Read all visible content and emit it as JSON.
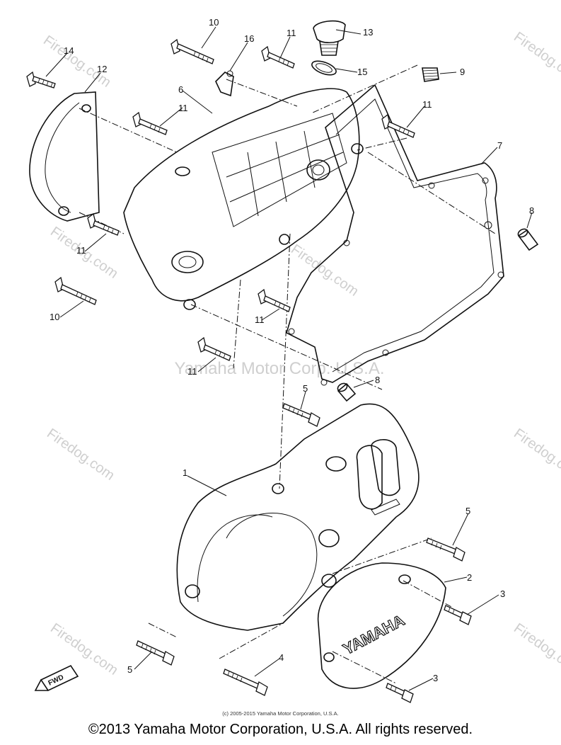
{
  "diagram": {
    "callouts": [
      "1",
      "2",
      "3",
      "3",
      "4",
      "5",
      "5",
      "5",
      "6",
      "7",
      "8",
      "8",
      "9",
      "10",
      "10",
      "11",
      "11",
      "11",
      "11",
      "11",
      "11",
      "12",
      "13",
      "14",
      "15",
      "16"
    ],
    "watermark_center": "Yamaha Motor Corp. U.S.A.",
    "watermark_site": "Firedog.com",
    "fwd_label": "FWD",
    "cover_brand": "YAMAHA"
  },
  "footer": {
    "credit": "(c) 2005-2015 Yamaha Motor Corporation, U.S.A.",
    "copyright": "©2013 Yamaha Motor Corporation, U.S.A. All rights reserved."
  }
}
